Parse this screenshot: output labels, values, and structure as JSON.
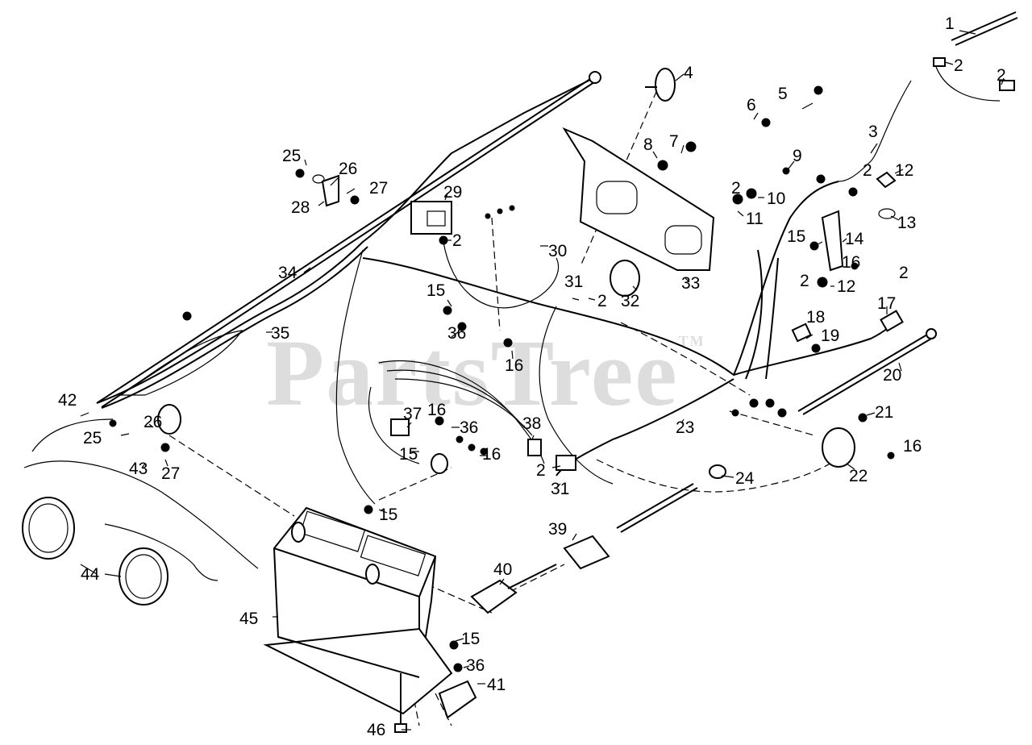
{
  "watermark": {
    "text": "PartsTree",
    "tm": "TM"
  },
  "callouts": [
    "1",
    "2",
    "2",
    "2",
    "2",
    "2",
    "2",
    "2",
    "2",
    "2",
    "2",
    "3",
    "4",
    "5",
    "6",
    "7",
    "8",
    "9",
    "10",
    "11",
    "12",
    "12",
    "13",
    "14",
    "15",
    "15",
    "15",
    "15",
    "15",
    "16",
    "16",
    "16",
    "16",
    "16",
    "16",
    "17",
    "18",
    "19",
    "20",
    "21",
    "22",
    "23",
    "24",
    "25",
    "25",
    "26",
    "26",
    "27",
    "27",
    "28",
    "29",
    "30",
    "31",
    "31",
    "32",
    "33",
    "34",
    "35",
    "36",
    "36",
    "36",
    "37",
    "38",
    "39",
    "40",
    "41",
    "42",
    "43",
    "44",
    "45",
    "46"
  ]
}
